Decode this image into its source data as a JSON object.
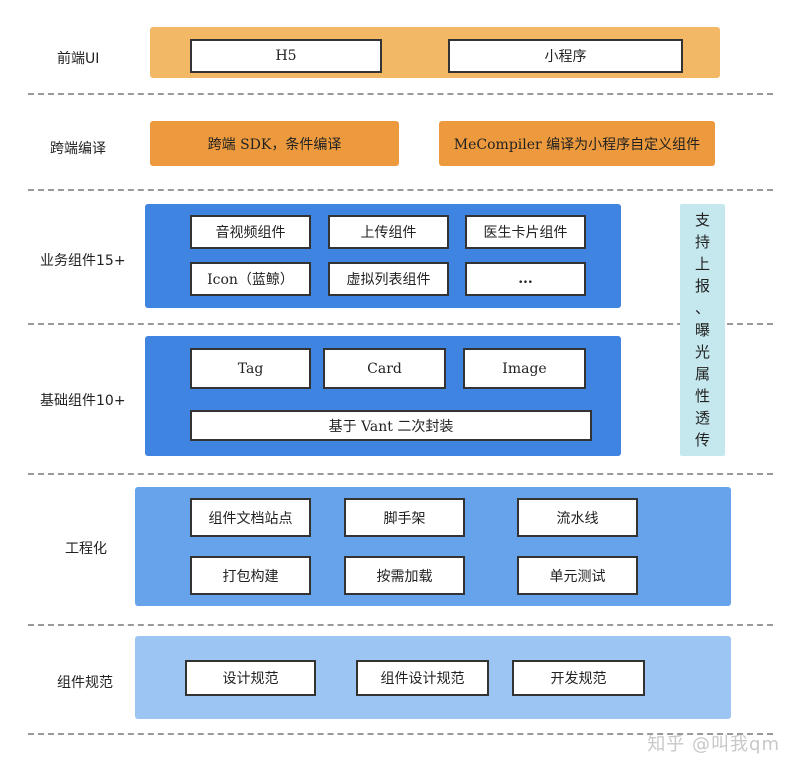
{
  "layers": {
    "frontend": {
      "label": "前端UI",
      "items": [
        "H5",
        "小程序"
      ]
    },
    "cross": {
      "label": "跨端编译",
      "items": [
        "跨端 SDK，条件编译",
        "MeCompiler 编译为小程序自定义组件"
      ]
    },
    "business": {
      "label": "业务组件15+",
      "items": [
        "音视频组件",
        "上传组件",
        "医生卡片组件",
        "Icon（蓝鲸）",
        "虚拟列表组件",
        "..."
      ]
    },
    "base": {
      "label": "基础组件10+",
      "items": [
        "Tag",
        "Card",
        "Image"
      ],
      "wide": "基于 Vant 二次封装"
    },
    "engineering": {
      "label": "工程化",
      "items": [
        "组件文档站点",
        "脚手架",
        "流水线",
        "打包构建",
        "按需加载",
        "单元测试"
      ]
    },
    "spec": {
      "label": "组件规范",
      "items": [
        "设计规范",
        "组件设计规范",
        "开发规范"
      ]
    }
  },
  "side_note": [
    "支",
    "持",
    "上",
    "报",
    "、",
    "曝",
    "光",
    "属",
    "性",
    "透",
    "传"
  ],
  "watermark": "知乎 @叫我qm",
  "colors": {
    "frontend_bg": "#f3b866",
    "cross_bg": "#ec9a3d",
    "business_bg": "#3f84e0",
    "base_bg": "#3f84e0",
    "engineering_bg": "#67a3ea",
    "spec_bg": "#9cc5f3",
    "side_bg": "#c5e8ee"
  }
}
